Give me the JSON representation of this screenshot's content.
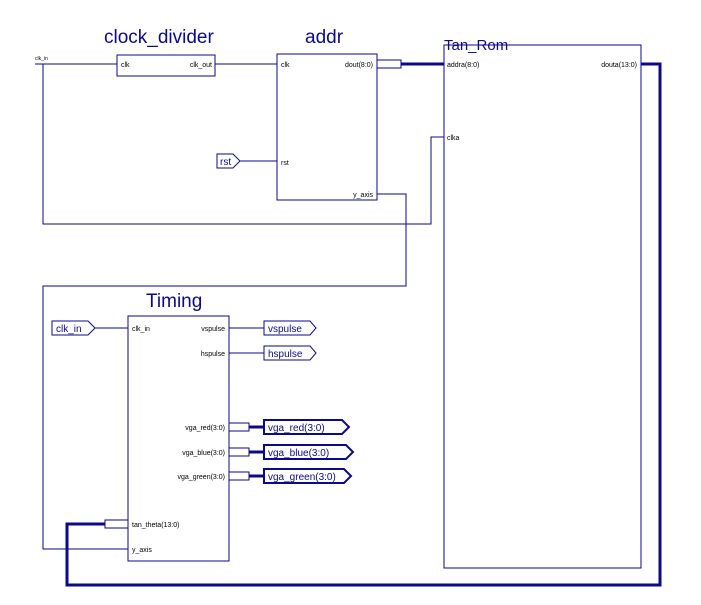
{
  "colors": {
    "line": "#0a0a8a",
    "background": "#ffffff"
  },
  "blocks": {
    "clock_divider": {
      "title": "clock_divider",
      "pin_in": "clk",
      "pin_out": "clk_out"
    },
    "addr": {
      "title": "addr",
      "pin_clk": "clk",
      "pin_rst": "rst",
      "pin_dout": "dout(8:0)",
      "pin_y_axis": "y_axis"
    },
    "tan_rom": {
      "title": "Tan_Rom",
      "pin_addra": "addra(8:0)",
      "pin_clka": "clka",
      "pin_douta": "douta(13:0)"
    },
    "timing": {
      "title": "Timing",
      "pin_clk_in": "clk_in",
      "pin_vspulse": "vspulse",
      "pin_hspulse": "hspulse",
      "pin_vga_red": "vga_red(3:0)",
      "pin_vga_blue": "vga_blue(3:0)",
      "pin_vga_green": "vga_green(3:0)",
      "pin_tan_theta": "tan_theta(13:0)",
      "pin_y_axis": "y_axis"
    }
  },
  "ports": {
    "clk_in_top": "clk_in",
    "rst": "rst",
    "clk_in": "clk_in",
    "vspulse": "vspulse",
    "hspulse": "hspulse",
    "vga_red": "vga_red(3:0)",
    "vga_blue": "vga_blue(3:0)",
    "vga_green": "vga_green(3:0)"
  }
}
